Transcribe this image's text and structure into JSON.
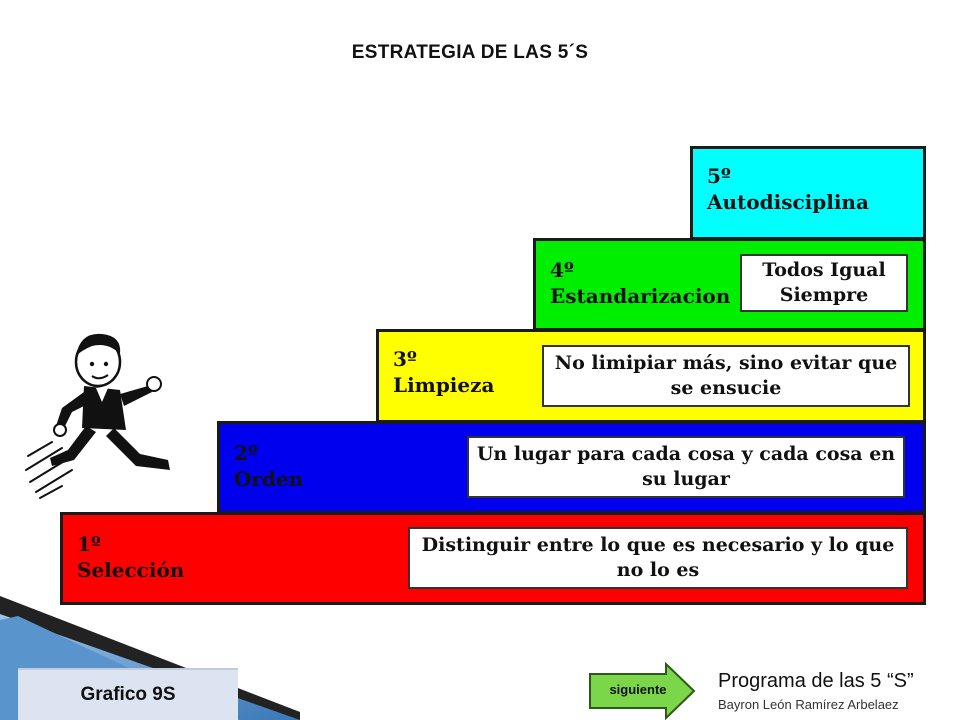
{
  "title": "ESTRATEGIA DE LAS 5´S",
  "steps": [
    {
      "number": "1º",
      "name": "Selección",
      "description": "Distinguir entre lo que es necesario y lo que no lo es",
      "color": "#ff0000"
    },
    {
      "number": "2º",
      "name": "Orden",
      "description": "Un lugar para cada cosa y cada cosa en su lugar",
      "color": "#0000ee"
    },
    {
      "number": "3º",
      "name": "Limpieza",
      "description": "No limipiar más, sino evitar que se ensucie",
      "color": "#ffff00"
    },
    {
      "number": "4º",
      "name": "Estandarizacion",
      "description": "Todos Igual Siempre",
      "color": "#00ee00"
    },
    {
      "number": "5º",
      "name": "Autodisciplina",
      "description": "",
      "color": "#00ffff"
    }
  ],
  "figure_icon": "running-man-icon",
  "caption": "Grafico 9S",
  "next_button": {
    "label": "siguiente",
    "icon": "arrow-right-icon",
    "color": "#7cd64a"
  },
  "footer": {
    "program": "Programa de las 5 “S”",
    "author": "Bayron León Ramírez Arbelaez"
  }
}
